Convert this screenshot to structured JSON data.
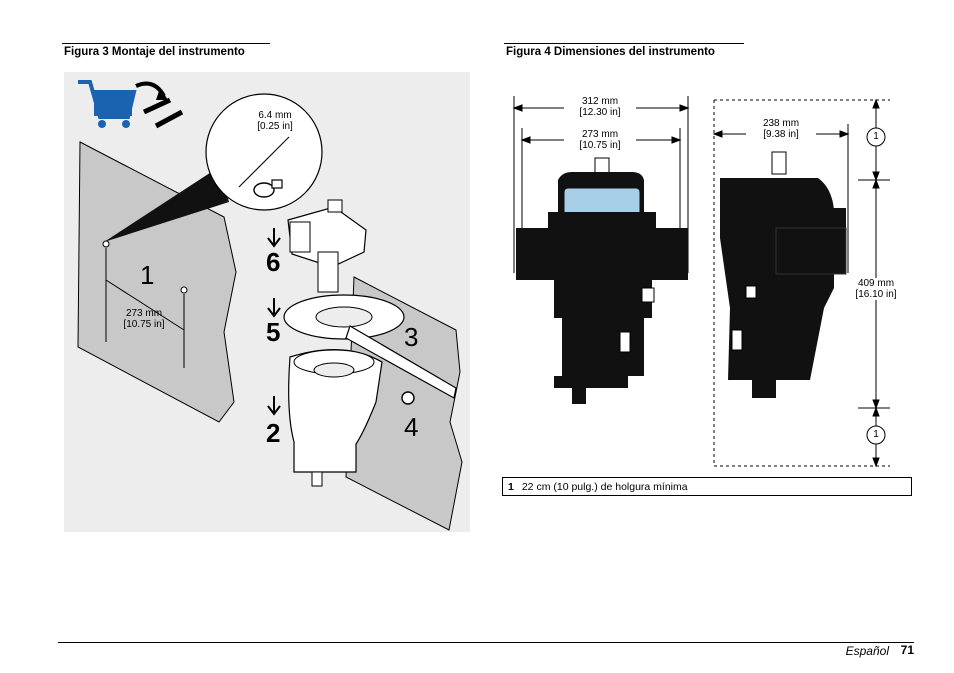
{
  "figure3": {
    "caption": "Figura 3  Montaje del instrumento",
    "detail_dim": "6.4 mm",
    "detail_dim_in": "[0.25 in]",
    "wall_dim": "273 mm",
    "wall_dim_in": "[10.75 in]",
    "steps": [
      "1",
      "2",
      "3",
      "4",
      "5",
      "6"
    ]
  },
  "figure4": {
    "caption": "Figura 4  Dimensiones del instrumento",
    "width_outer": "312 mm",
    "width_outer_in": "[12.30 in]",
    "width_inner": "273 mm",
    "width_inner_in": "[10.75 in]",
    "depth": "238 mm",
    "depth_in": "[9.38 in]",
    "height": "409 mm",
    "height_in": "[16.10 in]",
    "callout": "1"
  },
  "legend": {
    "number": "1",
    "text": "22 cm (10 pulg.) de holgura mínima"
  },
  "footer": {
    "language": "Español",
    "page": "71"
  },
  "colors": {
    "wall_gray": "#c8c8c8",
    "panel_gray": "#ededed",
    "instrument_black": "#111111",
    "display_blue": "#a8cfe8"
  }
}
